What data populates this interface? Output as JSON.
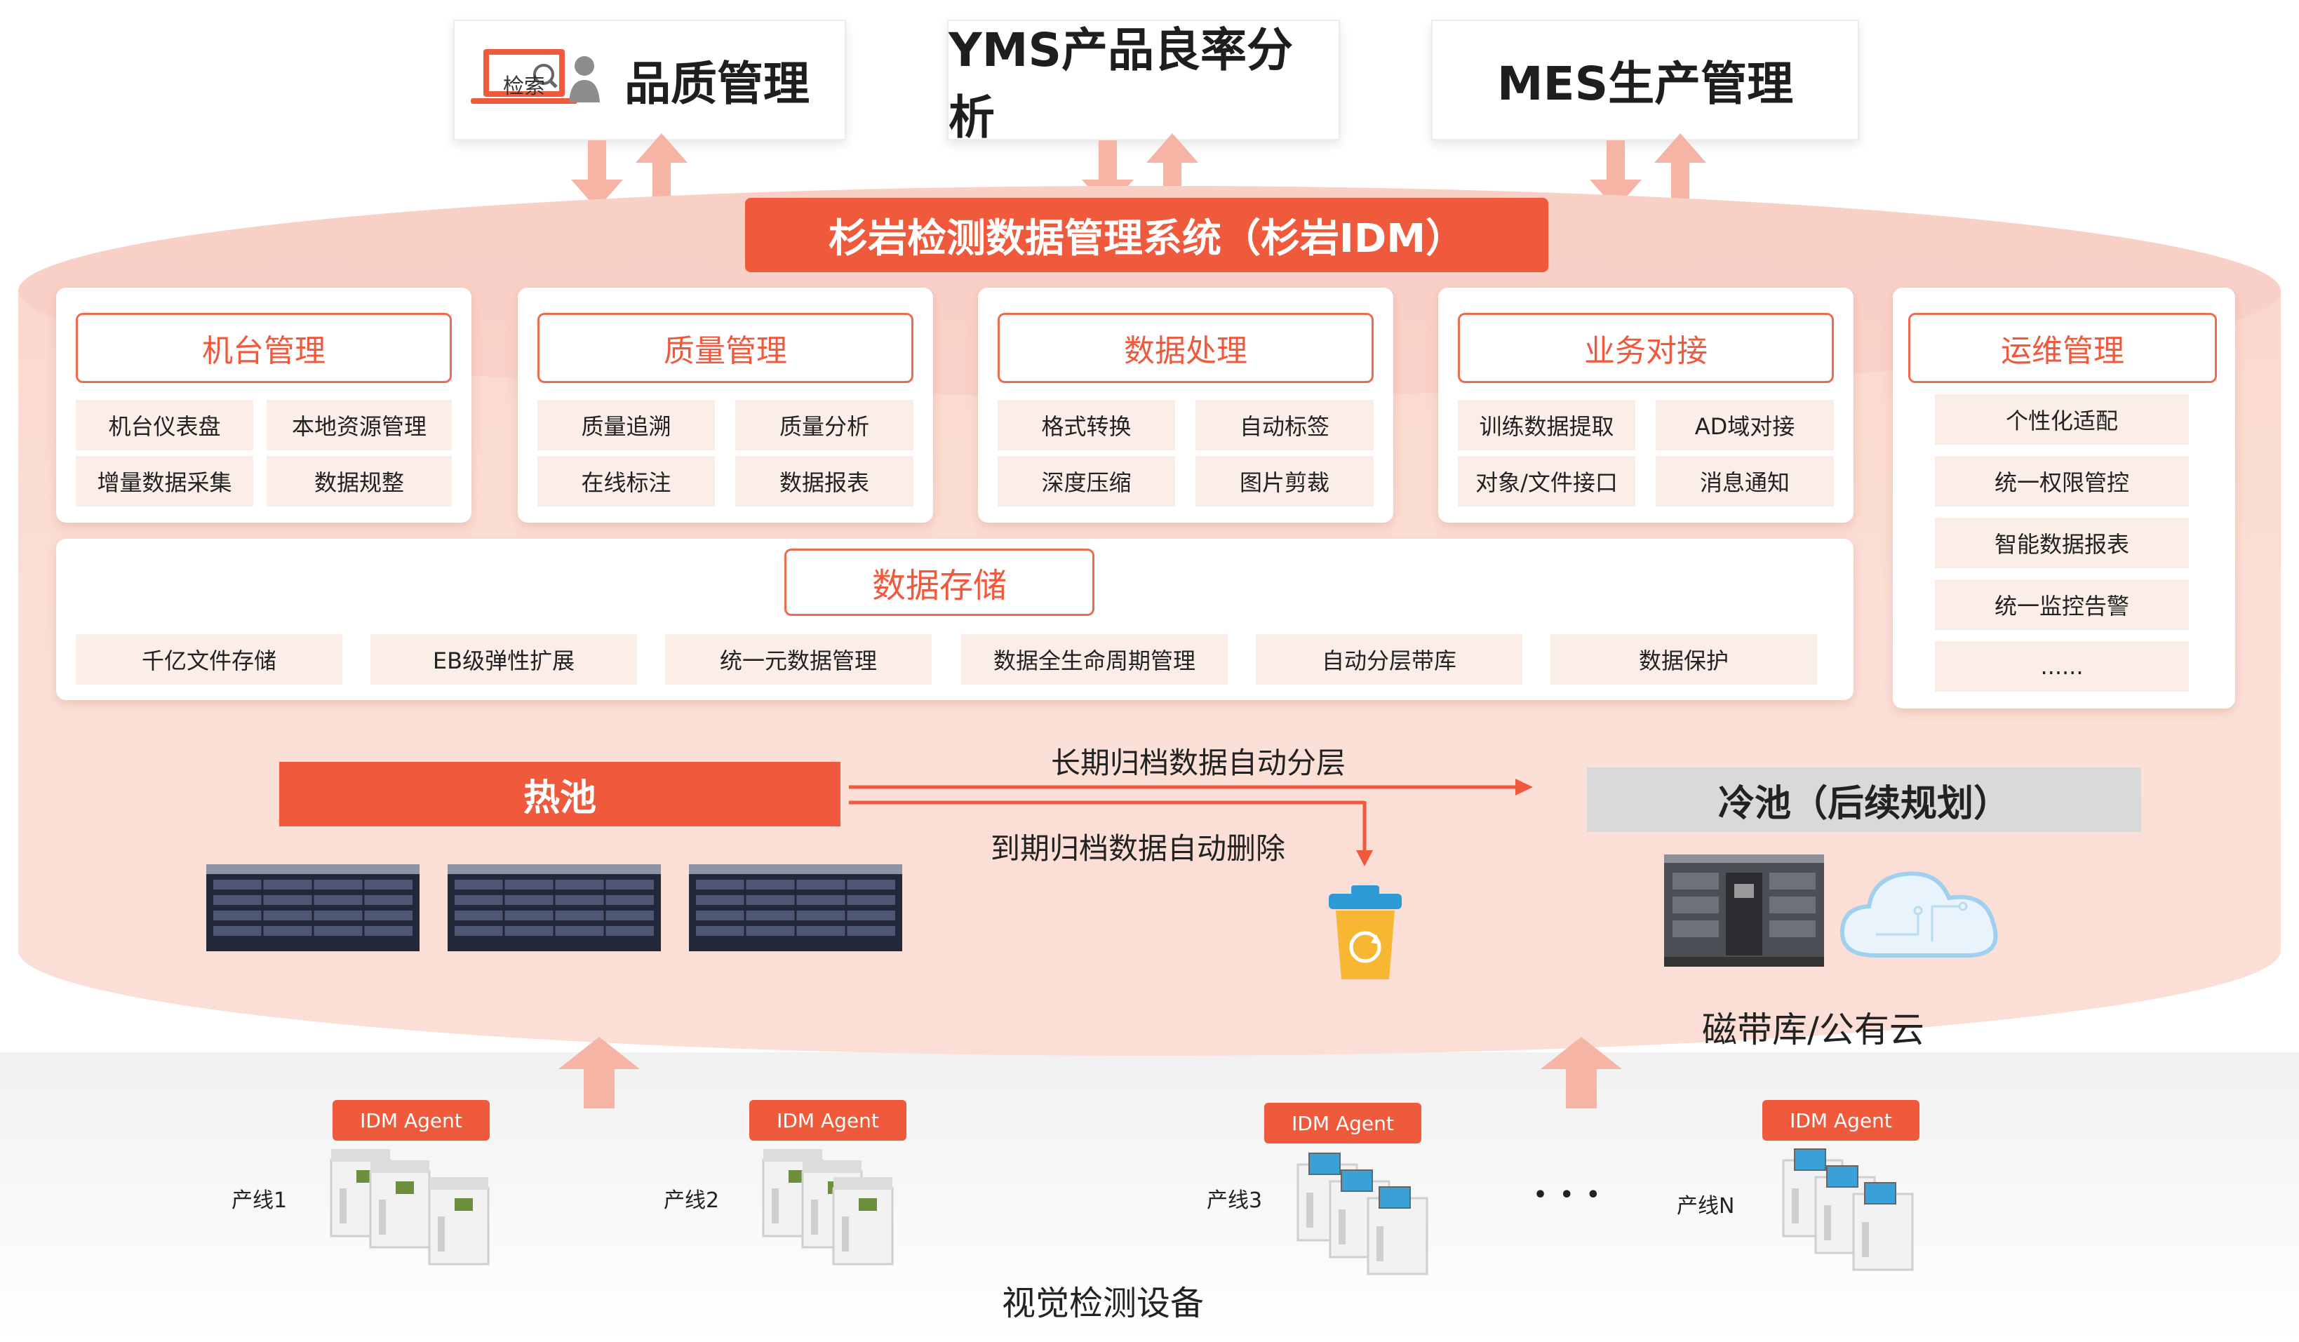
{
  "top_systems": [
    {
      "label": "品质管理",
      "badge": "检索"
    },
    {
      "label": "YMS产品良率分析"
    },
    {
      "label": "MES生产管理"
    }
  ],
  "system_title": "杉岩检测数据管理系统（杉岩IDM）",
  "modules": [
    {
      "title": "机台管理",
      "items": [
        "机台仪表盘",
        "本地资源管理",
        "增量数据采集",
        "数据规整"
      ]
    },
    {
      "title": "质量管理",
      "items": [
        "质量追溯",
        "质量分析",
        "在线标注",
        "数据报表"
      ]
    },
    {
      "title": "数据处理",
      "items": [
        "格式转换",
        "自动标签",
        "深度压缩",
        "图片剪裁"
      ]
    },
    {
      "title": "业务对接",
      "items": [
        "训练数据提取",
        "AD域对接",
        "对象/文件接口",
        "消息通知"
      ]
    }
  ],
  "ops": {
    "title": "运维管理",
    "items": [
      "个性化适配",
      "统一权限管控",
      "智能数据报表",
      "统一监控告警",
      "......"
    ]
  },
  "storage": {
    "title": "数据存储",
    "items": [
      "千亿文件存储",
      "EB级弹性扩展",
      "统一元数据管理",
      "数据全生命周期管理",
      "自动分层带库",
      "数据保护"
    ]
  },
  "hot_pool": "热池",
  "cold_pool": "冷池（后续规划）",
  "arrow_archive": "长期归档数据自动分层",
  "arrow_delete": "到期归档数据自动删除",
  "cold_caption": "磁带库/公有云",
  "agent_label": "IDM Agent",
  "lines": [
    "产线1",
    "产线2",
    "产线3",
    "产线N"
  ],
  "ellipsis": "• • •",
  "bottom_caption": "视觉检测设备",
  "colors": {
    "accent": "#ef5a3c",
    "cylinder": "#fbdcd3",
    "cell": "#fbeee9"
  }
}
